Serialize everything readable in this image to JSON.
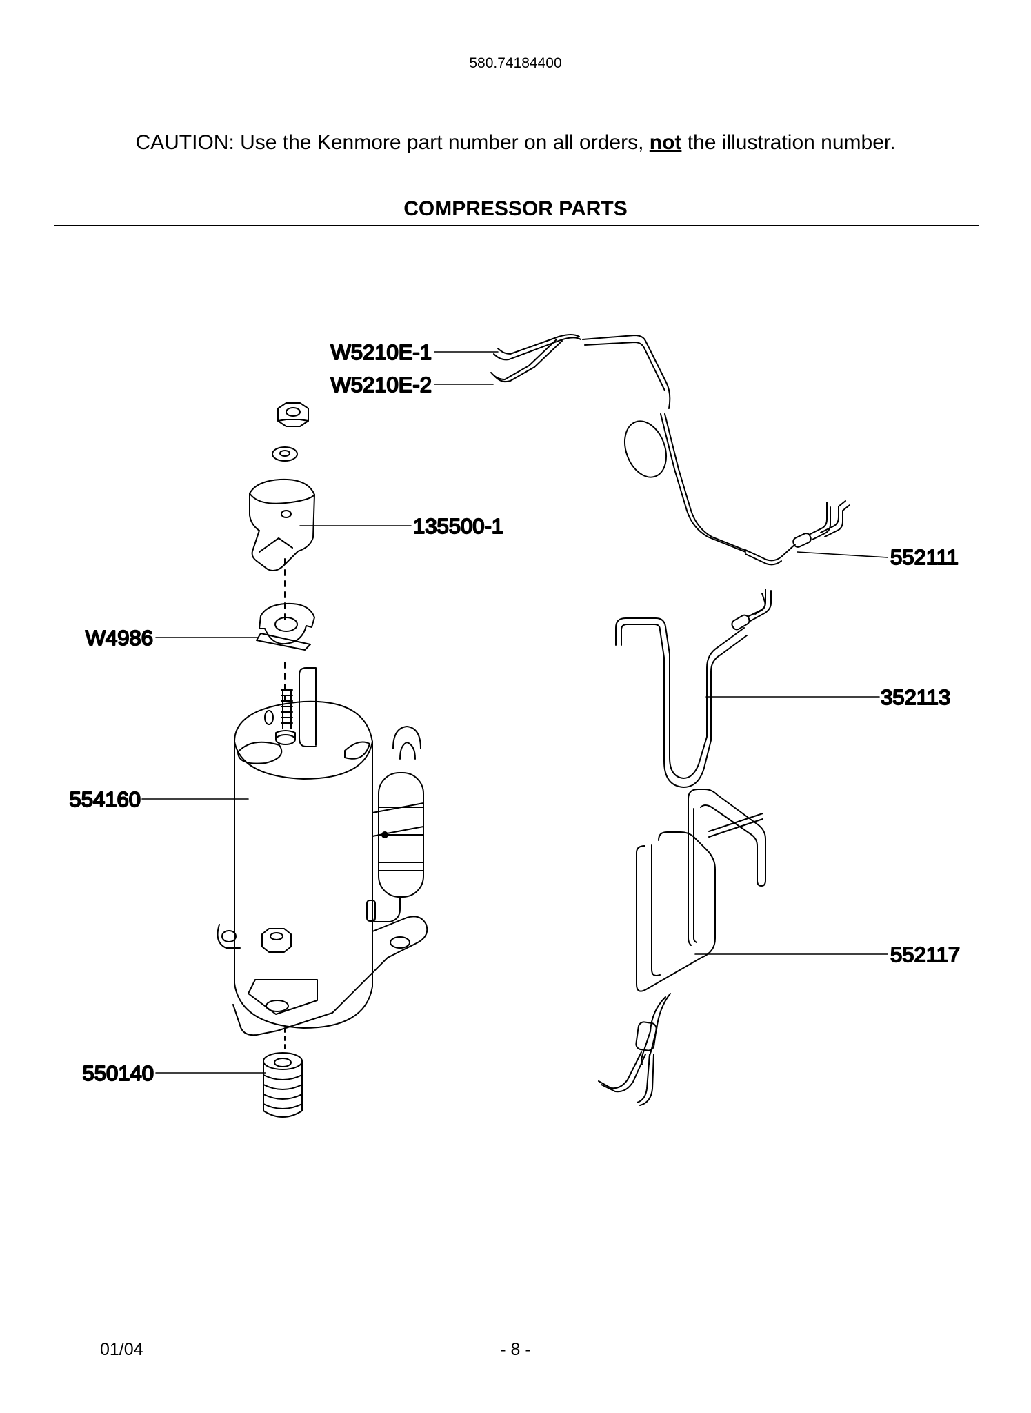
{
  "header": {
    "model_number": "580.74184400",
    "caution_prefix": "CAUTION: Use the Kenmore part number on all orders, ",
    "caution_emphasis": "not",
    "caution_suffix": " the illustration number.",
    "section_title": "COMPRESSOR PARTS"
  },
  "parts": {
    "w5210e_1": "W5210E-1",
    "w5210e_2": "W5210E-2",
    "p135500_1": "135500-1",
    "w4986": "W4986",
    "p554160": "554160",
    "p550140": "550140",
    "p552111": "552111",
    "p352113": "352113",
    "p552117": "552117"
  },
  "footer": {
    "date": "01/04",
    "page": "- 8 -"
  }
}
